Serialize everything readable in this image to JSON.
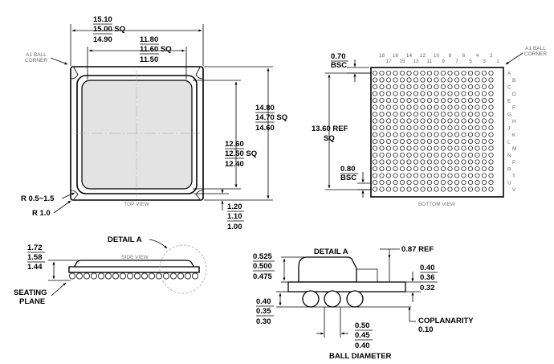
{
  "top_view": {
    "caption": "TOP VIEW",
    "a1_label_1": "A1 BALL",
    "a1_label_2": "CORNER",
    "pkg_width": {
      "max": "15.10",
      "nom": "15.00 SQ",
      "min": "14.90"
    },
    "lid_width": {
      "max": "11.80",
      "nom": "11.60 SQ",
      "min": "11.50"
    },
    "lid_height": {
      "max": "12.60",
      "nom": "12.50 SQ",
      "min": "12.40"
    },
    "pkg_height": {
      "max": "14.80",
      "nom": "14.70 SQ",
      "min": "14.60"
    },
    "offset": {
      "max": "1.20",
      "nom": "1.10",
      "min": "1.00"
    },
    "corner_radius": "R 0.5~1.5",
    "corner_r1": "R 1.0"
  },
  "bottom_view": {
    "caption": "BOTTOM VIEW",
    "a1_label_1": "A1 BALL",
    "a1_label_2": "CORNER",
    "col_numbers_upper": [
      "18",
      "16",
      "14",
      "12",
      "10",
      "8",
      "6",
      "4",
      "2"
    ],
    "col_numbers_lower": [
      "17",
      "15",
      "13",
      "11",
      "9",
      "7",
      "5",
      "3",
      "1"
    ],
    "row_letters": [
      "A",
      "B",
      "C",
      "D",
      "E",
      "F",
      "G",
      "H",
      "J",
      "K",
      "L",
      "M",
      "N",
      "P",
      "R",
      "T",
      "U",
      "V"
    ],
    "edge_pitch_1": "0.70",
    "edge_pitch_2": "BSC",
    "span_1": "13.60 REF",
    "span_2": "SQ",
    "pitch_1": "0.80",
    "pitch_2": "BSC"
  },
  "side_view": {
    "caption": "SIDE VIEW",
    "detail_label": "DETAIL A",
    "height": {
      "max": "1.72",
      "nom": "1.58",
      "min": "1.44"
    },
    "seating_1": "SEATING",
    "seating_2": "PLANE"
  },
  "detail_a": {
    "title": "DETAIL A",
    "ref": "0.87 REF",
    "body": {
      "max": "0.525",
      "nom": "0.500",
      "min": "0.475"
    },
    "substrate": {
      "max": "0.40",
      "nom": "0.36",
      "min": "0.32"
    },
    "standoff": {
      "max": "0.40",
      "nom": "0.35",
      "min": "0.30"
    },
    "ball_dia": {
      "max": "0.50",
      "nom": "0.45",
      "min": "0.40"
    },
    "ball_label": "BALL DIAMETER",
    "coplanarity_label": "COPLANARITY",
    "coplanarity_value": "0.10"
  }
}
